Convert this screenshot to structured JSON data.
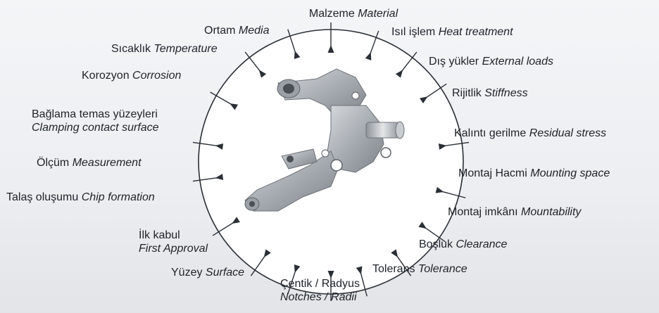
{
  "center_part": "steering-knuckle",
  "factors": [
    {
      "id": "material",
      "tr": "Malzeme",
      "en": "Material"
    },
    {
      "id": "heat-treatment",
      "tr": "Isıl işlem",
      "en": "Heat treatment"
    },
    {
      "id": "external-loads",
      "tr": "Dış yükler",
      "en": "External loads"
    },
    {
      "id": "stiffness",
      "tr": "Rijitlik",
      "en": "Stiffness"
    },
    {
      "id": "residual-stress",
      "tr": "Kalıntı gerilme",
      "en": "Residual stress"
    },
    {
      "id": "mounting-space",
      "tr": "Montaj Hacmi",
      "en": "Mounting space"
    },
    {
      "id": "mountability",
      "tr": "Montaj imkânı",
      "en": "Mountability"
    },
    {
      "id": "clearance",
      "tr": "Boşluk",
      "en": "Clearance"
    },
    {
      "id": "tolerance",
      "tr": "Tolerans",
      "en": "Tolerance"
    },
    {
      "id": "notches",
      "tr": "Çentik / Radyus",
      "en": "Notches / Radii"
    },
    {
      "id": "surface",
      "tr": "Yüzey",
      "en": "Surface"
    },
    {
      "id": "first-approval",
      "tr": "İlk kabul",
      "en": "First Approval"
    },
    {
      "id": "chip-formation",
      "tr": "Talaş oluşumu",
      "en": "Chip formation"
    },
    {
      "id": "measurement",
      "tr": "Ölçüm",
      "en": "Measurement"
    },
    {
      "id": "clamping",
      "tr": "Bağlama temas yüzeyleri",
      "en": "Clamping contact surface"
    },
    {
      "id": "corrosion",
      "tr": "Korozyon",
      "en": "Corrosion"
    },
    {
      "id": "temperature",
      "tr": "Sıcaklık",
      "en": "Temperature"
    },
    {
      "id": "media",
      "tr": "Ortam",
      "en": "Media"
    }
  ]
}
